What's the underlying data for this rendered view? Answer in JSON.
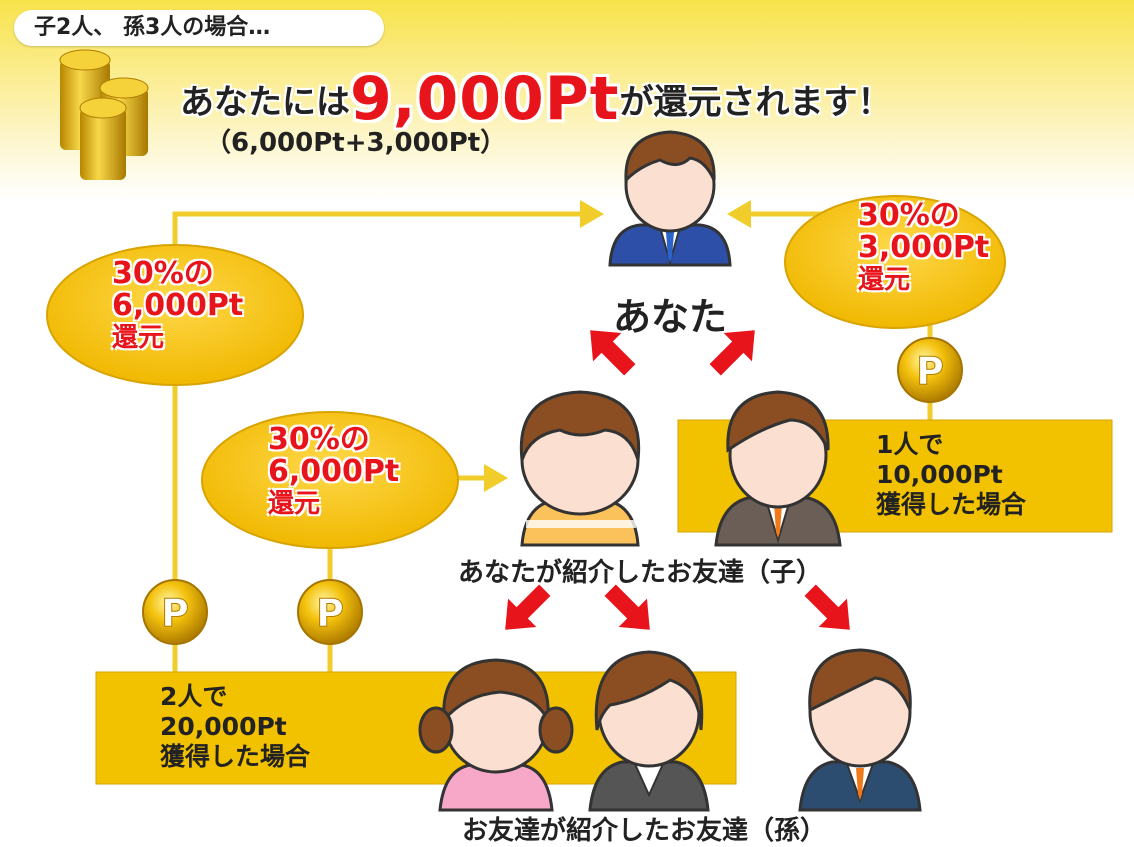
{
  "header": {
    "scenario": "子2人、 孫3人の場合…",
    "headline_pre": "あなたには",
    "headline_amount": "9,000Pt",
    "headline_post": "が還元されます！",
    "breakdown": "（6,000Pt+3,000Pt）"
  },
  "nodes": {
    "you": "あなた",
    "children": "あなたが紹介したお友達（子）",
    "grandchildren": "お友達が紹介したお友達（孫）"
  },
  "rewards": {
    "left_outer": {
      "line1": "30%の",
      "line2": "6,000Pt",
      "line3": "還元"
    },
    "left_inner": {
      "line1": "30%の",
      "line2": "6,000Pt",
      "line3": "還元"
    },
    "right": {
      "line1": "30%の",
      "line2": "3,000Pt",
      "line3": "還元"
    }
  },
  "boxes": {
    "right": {
      "line1": "1人で",
      "line2": "10,000Pt",
      "line3": "獲得した場合"
    },
    "left": {
      "line1": "2人で",
      "line2": "20,000Pt",
      "line3": "獲得した場合"
    }
  },
  "icons": {
    "coin": "point-coin-icon",
    "coin_letter": "P"
  },
  "colors": {
    "accent_red": "#e8141c",
    "gold": "#f2c100",
    "connector": "#f0cd2a",
    "arrow_red": "#e8141c"
  }
}
